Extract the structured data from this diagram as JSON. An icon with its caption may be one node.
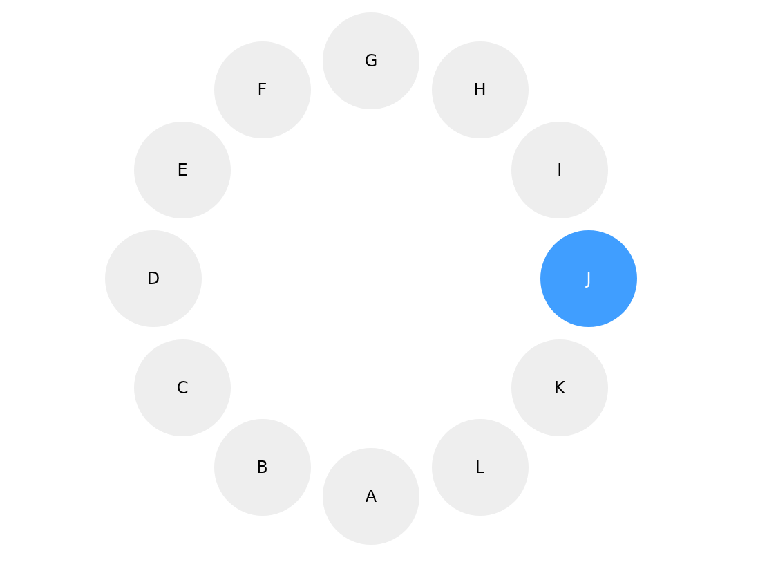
{
  "diagram": {
    "nodes": [
      {
        "text": [
          "A"
        ]
      },
      {
        "text": [
          "B"
        ]
      },
      {
        "text": [
          "C"
        ]
      },
      {
        "text": [
          "D"
        ]
      },
      {
        "text": [
          "E"
        ]
      },
      {
        "text": [
          "F"
        ]
      },
      {
        "text": [
          "G"
        ]
      },
      {
        "text": [
          "H"
        ]
      },
      {
        "text": [
          "I"
        ]
      },
      {
        "text": [
          "J"
        ]
      },
      {
        "text": [
          "K"
        ]
      },
      {
        "text": [
          "L"
        ]
      }
    ]
  }
}
